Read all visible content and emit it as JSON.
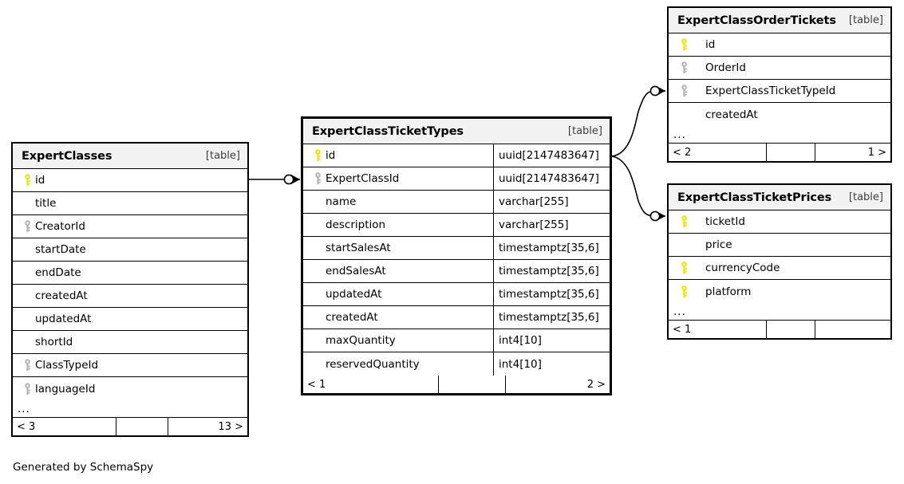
{
  "diagram": {
    "credit": "Generated by SchemaSpy",
    "table_kind_label": "[table]",
    "ellipsis": "...",
    "colors": {
      "primary_key": "#e8e800",
      "foreign_key": "#b4b4b4",
      "header_bg": "#f2f2f2",
      "border": "#000000",
      "background": "#ffffff"
    }
  },
  "tables": {
    "expert_classes": {
      "name": "ExpertClasses",
      "kind": "[table]",
      "columns": [
        {
          "name": "id",
          "key": "primary"
        },
        {
          "name": "title",
          "key": "none"
        },
        {
          "name": "CreatorId",
          "key": "foreign"
        },
        {
          "name": "startDate",
          "key": "none"
        },
        {
          "name": "endDate",
          "key": "none"
        },
        {
          "name": "createdAt",
          "key": "none"
        },
        {
          "name": "updatedAt",
          "key": "none"
        },
        {
          "name": "shortId",
          "key": "none"
        },
        {
          "name": "ClassTypeId",
          "key": "foreign"
        },
        {
          "name": "languageId",
          "key": "foreign"
        }
      ],
      "footer": {
        "left": "< 3",
        "middle": "",
        "right": "13 >"
      }
    },
    "expert_class_ticket_types": {
      "name": "ExpertClassTicketTypes",
      "kind": "[table]",
      "columns": [
        {
          "name": "id",
          "key": "primary",
          "type": "uuid[2147483647]"
        },
        {
          "name": "ExpertClassId",
          "key": "foreign",
          "type": "uuid[2147483647]"
        },
        {
          "name": "name",
          "key": "none",
          "type": "varchar[255]"
        },
        {
          "name": "description",
          "key": "none",
          "type": "varchar[255]"
        },
        {
          "name": "startSalesAt",
          "key": "none",
          "type": "timestamptz[35,6]"
        },
        {
          "name": "endSalesAt",
          "key": "none",
          "type": "timestamptz[35,6]"
        },
        {
          "name": "updatedAt",
          "key": "none",
          "type": "timestamptz[35,6]"
        },
        {
          "name": "createdAt",
          "key": "none",
          "type": "timestamptz[35,6]"
        },
        {
          "name": "maxQuantity",
          "key": "none",
          "type": "int4[10]"
        },
        {
          "name": "reservedQuantity",
          "key": "none",
          "type": "int4[10]"
        }
      ],
      "footer": {
        "left": "< 1",
        "middle": "",
        "right": "2 >"
      }
    },
    "expert_class_order_tickets": {
      "name": "ExpertClassOrderTickets",
      "kind": "[table]",
      "columns": [
        {
          "name": "id",
          "key": "primary"
        },
        {
          "name": "OrderId",
          "key": "foreign"
        },
        {
          "name": "ExpertClassTicketTypeId",
          "key": "foreign"
        },
        {
          "name": "createdAt",
          "key": "none"
        }
      ],
      "footer": {
        "left": "< 2",
        "middle": "",
        "right": "1 >"
      }
    },
    "expert_class_ticket_prices": {
      "name": "ExpertClassTicketPrices",
      "kind": "[table]",
      "columns": [
        {
          "name": "ticketId",
          "key": "primary"
        },
        {
          "name": "price",
          "key": "none"
        },
        {
          "name": "currencyCode",
          "key": "primary"
        },
        {
          "name": "platform",
          "key": "primary"
        }
      ],
      "footer": {
        "left": "< 1",
        "middle": "",
        "right": ""
      }
    }
  },
  "relationships": [
    {
      "from": "expert_classes.id",
      "to": "expert_class_ticket_types.ExpertClassId",
      "style": "zero-or-many"
    },
    {
      "from": "expert_class_ticket_types.id",
      "to": "expert_class_order_tickets.ExpertClassTicketTypeId",
      "style": "zero-or-many"
    },
    {
      "from": "expert_class_ticket_types.id",
      "to": "expert_class_ticket_prices.ticketId",
      "style": "zero-or-many"
    }
  ]
}
